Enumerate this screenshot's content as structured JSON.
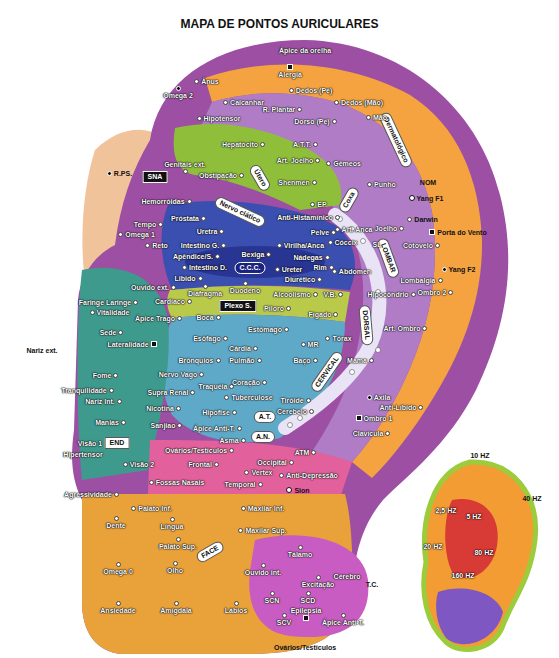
{
  "diagram": {
    "title": "MAPA DE PONTOS AURICULARES",
    "nodes": [
      {
        "text": [
          "SNA"
        ]
      },
      {
        "text": [
          "Útero"
        ]
      },
      {
        "text": [
          "Nervo ciático"
        ]
      },
      {
        "text": [
          "Coxa"
        ]
      },
      {
        "text": [
          "Dermatológico"
        ]
      },
      {
        "text": [
          "C.C.C."
        ]
      },
      {
        "text": [
          "Plexo S."
        ]
      },
      {
        "text": [
          "LOMBAR"
        ]
      },
      {
        "text": [
          "DORSAL"
        ]
      },
      {
        "text": [
          "CERVICAL"
        ]
      },
      {
        "text": [
          "A.T."
        ]
      },
      {
        "text": [
          "A.N."
        ]
      },
      {
        "text": [
          "END"
        ]
      },
      {
        "text": [
          "FACE"
        ]
      }
    ],
    "labels": [
      "Ápice da orelha",
      "Alergia",
      "Ânus",
      "Dedos (Pé)",
      "Calcanhar",
      "R. Plantar",
      "Dedos (Mão)",
      "Omega 2",
      "Hipotensor",
      "Dorso (Pé)",
      "Mão",
      "Hepatócito",
      "A.T.T.",
      "Art. Joelho",
      "Gêmeos",
      "R.PS.",
      "Genitais ext.",
      "Obstipação",
      "Shenmen",
      "Punho",
      "NOM",
      "Yang F1",
      "Hemorróidas",
      "EP",
      "Anti-Histamínico",
      "Darwin",
      "Próstata",
      "Tempo",
      "Uretra",
      "Pelve",
      "Art. Anca",
      "Joelho",
      "Porta do Vento",
      "Omega 1",
      "Virilha/Anca",
      "Cóccix",
      "SL",
      "Cotovelo",
      "Reto",
      "Intestino G.",
      "Nádegas",
      "Apêndice/S.",
      "Bexiga",
      "Yang F2",
      "Ureter",
      "Rim",
      "Abdomen",
      "Ouvido ext.",
      "Libido",
      "Intestino D.",
      "Diurético",
      "Lombalgia",
      "Ombro 2",
      "Faringe Laringe",
      "Cardíaco",
      "Diafragma",
      "Duodeno",
      "Alcoolismo",
      "V.B.",
      "Hipocôndrio",
      "Vitalidade",
      "Ápice Trago",
      "Boca",
      "Piloro",
      "Fígado",
      "Art. Ombro",
      "Sede",
      "Esôfago",
      "Estômago",
      "Tórax",
      "MR",
      "Cárdia",
      "Mama",
      "Nariz ext.",
      "Lateralidade",
      "Brônquios",
      "Pulmão",
      "Baço",
      "Fome",
      "Nervo Vago",
      "Traquéia",
      "Coração",
      "Supra Renal",
      "Tuberculose",
      "Tranquilidade",
      "Nariz Int.",
      "Nicotina",
      "Manias",
      "Sanjiao",
      "Hipófise",
      "Tiróide",
      "Cerebelo",
      "Axila",
      "Anti-Líbido",
      "Ombro 1",
      "Clavícula",
      "Ápice Anti-T.",
      "Asma",
      "Ovários/Testículos",
      "ATM",
      "Occipital",
      "Visão 1",
      "Hipertensor",
      "Visão 2",
      "Frontal",
      "Vertex",
      "Anti-Depressão",
      "Fossas Nasais",
      "Temporal",
      "Sion",
      "Agressividade",
      "Palato Inf.",
      "Maxilar Inf.",
      "Dente",
      "Língua",
      "Maxilar Sup.",
      "Palato Sup.",
      "Omega 0",
      "Olho",
      "Ouvido int.",
      "Ansiedade",
      "Amígdala",
      "Lábios",
      "Ovários/Testículos",
      "Tálamo",
      "Cérebro",
      "Excitação",
      "T.C.",
      "SCN",
      "SCD",
      "Epilepsia",
      "SCV",
      "Ápice Anti-T.",
      "10 HZ",
      "40 HZ",
      "2,5 HZ",
      "5 HZ",
      "20 HZ",
      "80 HZ",
      "160 HZ"
    ]
  }
}
